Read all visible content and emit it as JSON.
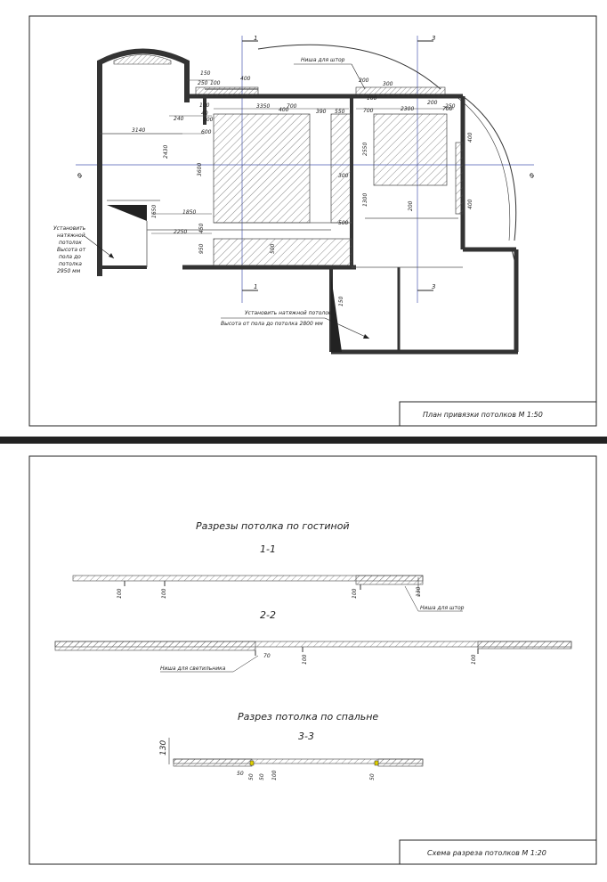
{
  "top_sheet": {
    "title": "План привязки потолков  М 1:50",
    "axis_labels": {
      "a1": "1",
      "a3": "3",
      "left": "Ф"
    },
    "notes": {
      "left_note": [
        "Установить",
        "натяжной",
        "потолок",
        "Высота от",
        "пола до",
        "потолка",
        "2950 мм"
      ],
      "center_note": [
        "Установить натяжной потолок",
        "Высота от пола до потолка 2800 мм"
      ],
      "niche": "Ниша для штор"
    },
    "dims": [
      "150",
      "250",
      "100",
      "400",
      "240",
      "40",
      "3350",
      "700",
      "390",
      "550",
      "700",
      "2300",
      "200",
      "700",
      "300",
      "200",
      "100",
      "3140",
      "2430",
      "600",
      "3600",
      "2550",
      "300",
      "1300",
      "500",
      "1850",
      "2250",
      "450",
      "950",
      "500",
      "100",
      "150",
      "200",
      "1650",
      "400",
      "400",
      "400",
      "250",
      "100"
    ]
  },
  "bottom_sheet": {
    "title": "Схема разреза потолков М 1:20",
    "heading_living": "Разрезы потолка по гостиной",
    "heading_bedroom": "Разрез потолка по спальне",
    "section_1": "1-1",
    "section_2": "2-2",
    "section_3": "3-3",
    "niche_curtains": "Ниша для штор",
    "niche_light": "Ниша для светильника",
    "dims_1": [
      "100",
      "100",
      "100",
      "130"
    ],
    "dims_2": [
      "70",
      "100",
      "100"
    ],
    "dims_3": [
      "130",
      "50",
      "50",
      "50",
      "100",
      "50"
    ]
  }
}
